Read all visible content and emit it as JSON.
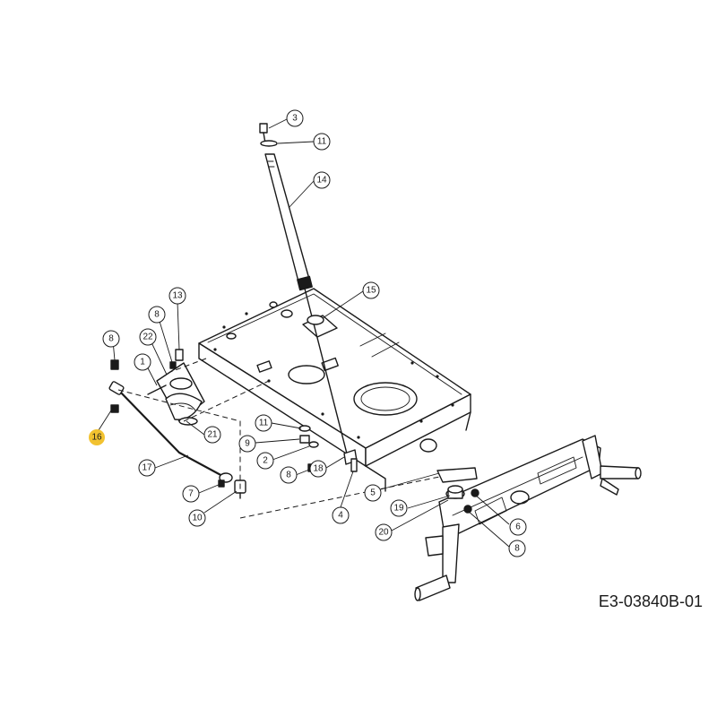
{
  "diagram_code": "E3-03840B-01",
  "highlight_color": "#f2c230",
  "callouts": [
    {
      "id": "c3",
      "label": "3"
    },
    {
      "id": "c11a",
      "label": "11"
    },
    {
      "id": "c14",
      "label": "14"
    },
    {
      "id": "c15",
      "label": "15"
    },
    {
      "id": "c13",
      "label": "13"
    },
    {
      "id": "c8a",
      "label": "8"
    },
    {
      "id": "c8b",
      "label": "8"
    },
    {
      "id": "c22",
      "label": "22"
    },
    {
      "id": "c1",
      "label": "1"
    },
    {
      "id": "c16",
      "label": "16",
      "highlight": true
    },
    {
      "id": "c21",
      "label": "21"
    },
    {
      "id": "c11b",
      "label": "11"
    },
    {
      "id": "c9",
      "label": "9"
    },
    {
      "id": "c2",
      "label": "2"
    },
    {
      "id": "c8c",
      "label": "8"
    },
    {
      "id": "c18",
      "label": "18"
    },
    {
      "id": "c17",
      "label": "17"
    },
    {
      "id": "c7",
      "label": "7"
    },
    {
      "id": "c10",
      "label": "10"
    },
    {
      "id": "c4",
      "label": "4"
    },
    {
      "id": "c5",
      "label": "5"
    },
    {
      "id": "c19",
      "label": "19"
    },
    {
      "id": "c6",
      "label": "6"
    },
    {
      "id": "c20",
      "label": "20"
    },
    {
      "id": "c8d",
      "label": "8"
    }
  ]
}
